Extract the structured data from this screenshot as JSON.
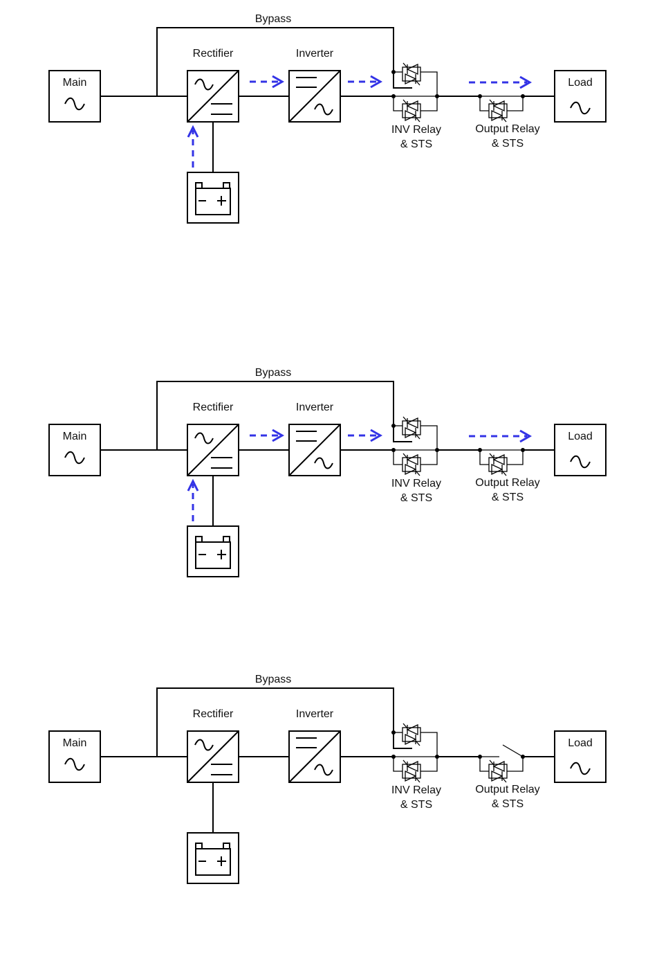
{
  "labels": {
    "bypass": "Bypass",
    "rectifier": "Rectifier",
    "inverter": "Inverter",
    "main": "Main",
    "load": "Load",
    "inv_relay_line1": "INV Relay",
    "inv_relay_line2": "& STS",
    "output_relay_line1": "Output Relay",
    "output_relay_line2": "& STS"
  },
  "panels": [
    {
      "id": "panel-1",
      "mode": "battery-and-rectifier-to-load",
      "flow_arrows": true,
      "output_switch": "closed"
    },
    {
      "id": "panel-2",
      "mode": "battery-and-rectifier-to-load",
      "flow_arrows": true,
      "output_switch": "closed"
    },
    {
      "id": "panel-3",
      "mode": "no-power-flow",
      "flow_arrows": false,
      "output_switch": "open"
    }
  ],
  "colors": {
    "flow_arrow": "#3333e6",
    "wire": "#000000"
  }
}
